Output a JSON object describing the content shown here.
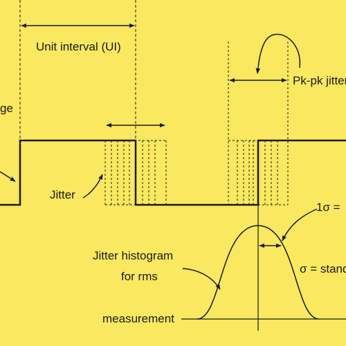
{
  "diagram": {
    "labels": {
      "unit_interval": "Unit interval (UI)",
      "pkpk_jitter": "Pk-pk jitter",
      "edge_fragment": "ge",
      "jitter": "Jitter",
      "one_sigma": "1σ =",
      "sigma_eq": "σ = stand",
      "histogram_line1": "Jitter histogram",
      "histogram_line2": "for rms",
      "histogram_line3": "measurement"
    },
    "colors": {
      "background": "#f9e860",
      "ink": "#1a1a1a"
    }
  }
}
